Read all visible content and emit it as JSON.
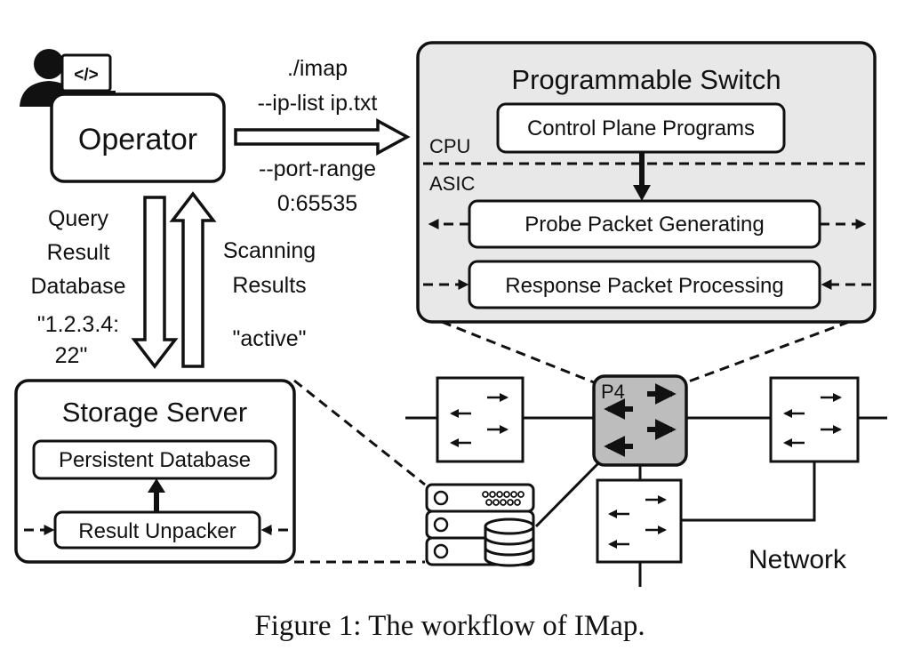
{
  "operator": {
    "label": "Operator",
    "icon": "user-with-code-screen-icon",
    "screen_glyph": "</>"
  },
  "command": {
    "line1": "./imap",
    "line2": "--ip-list ip.txt",
    "line3": "--port-range",
    "line4": "0:65535"
  },
  "query": {
    "line1": "Query",
    "line2": "Result",
    "line3": "Database",
    "example1": "\"1.2.3.4:",
    "example2": "22\""
  },
  "scanning": {
    "line1": "Scanning",
    "line2": "Results",
    "example": "\"active\""
  },
  "switch": {
    "title": "Programmable Switch",
    "cpu_label": "CPU",
    "asic_label": "ASIC",
    "control_plane": "Control Plane Programs",
    "probe": "Probe Packet Generating",
    "response": "Response Packet Processing"
  },
  "storage": {
    "title": "Storage Server",
    "persistent_db": "Persistent Database",
    "unpacker": "Result Unpacker"
  },
  "network": {
    "label": "Network",
    "p4_label": "P4"
  },
  "caption": "Figure 1: The workflow of IMap.",
  "colors": {
    "switch_panel": "#e8e8e8",
    "p4_switch": "#bdbdbd",
    "ink": "#111111"
  }
}
